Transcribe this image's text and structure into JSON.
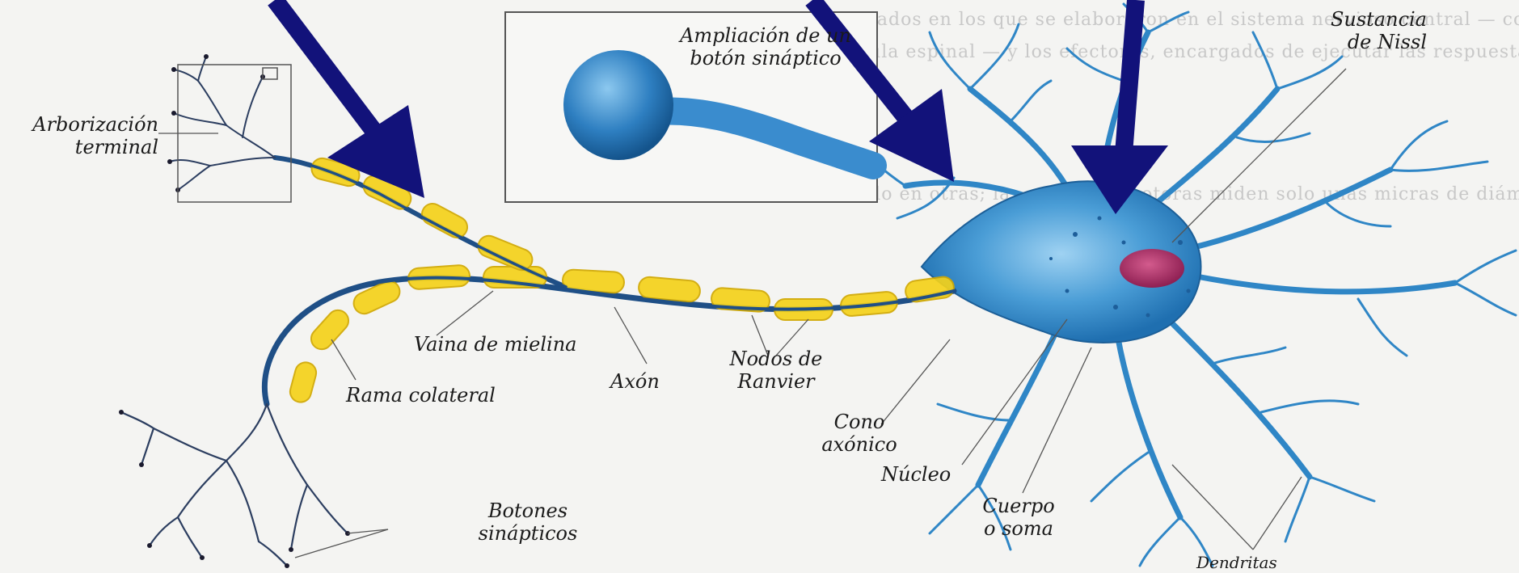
{
  "labels": {
    "sustancia_nissl": [
      "Sustancia",
      "de Nissl"
    ],
    "ampliacion": [
      "Ampliación de un",
      "botón sináptico"
    ],
    "arborizacion": [
      "Arborización",
      "terminal"
    ],
    "vaina": "Vaina de mielina",
    "axon": "Axón",
    "nodos": [
      "Nodos de",
      "Ranvier"
    ],
    "rama": "Rama colateral",
    "cono": [
      "Cono",
      "axónico"
    ],
    "nucleo": "Núcleo",
    "botones": [
      "Botones",
      "sinápticos"
    ],
    "cuerpo": [
      "Cuerpo",
      "o soma"
    ],
    "dendritas": "Dendritas"
  },
  "colors": {
    "neuron_blue": "#2f86c6",
    "myelin_yellow": "#f5d21a",
    "nucleus_magenta": "#b0306a",
    "arrow_navy": "#12127a"
  }
}
